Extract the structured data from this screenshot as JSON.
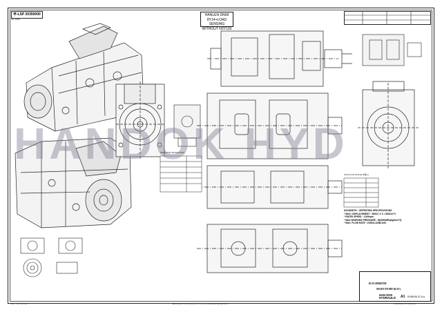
{
  "drawing": {
    "corner_label": "부-LSP 20350000",
    "corner_sub": "PN. 1089",
    "title_lines": [
      "HANLEN DN68",
      "8Y14+LOAD SENSING",
      "WITHOUT N3Y133"
    ],
    "watermark": "HANDOK HYD",
    "front_view_table_title": "INVOLUTE SPLINE DATA",
    "side_view_table_title": "INVOLUTE SPLINE 부품-A",
    "spec_lines": [
      "K3V280DTH - OPERATING SPECIFICATIONS",
      "* MAX. DISPLACEMENT : 280CC X 2 = 560Cm^3",
      "* RATED SPEED : 1,800rpm",
      "* MAX WORKING PRESSURE : 35(350)MPa(kgf/cm^2)",
      "* MAX. FLOW RATE : 2X504=1008L/min"
    ],
    "title_block": {
      "model": "K3V280DTH",
      "name": "MAIN PUMP",
      "name_sub": "(K3V)",
      "company_line1": "HAN DOK",
      "company_line2": "HYDRAULIC",
      "sheet_size": "A1",
      "drawing_no": "KH30049-47-A-A"
    },
    "bottom_left": "MFT. 1/2 FIN. SB",
    "bottom_center": "■ HANDOK HYDRAULIC CO.,LTD | http://www.handok.co.kr",
    "bottom_right": "K3V280DTH-1 BRB-A-3",
    "accent_color": "#111111",
    "watermark_color": "#8c8c9e"
  }
}
